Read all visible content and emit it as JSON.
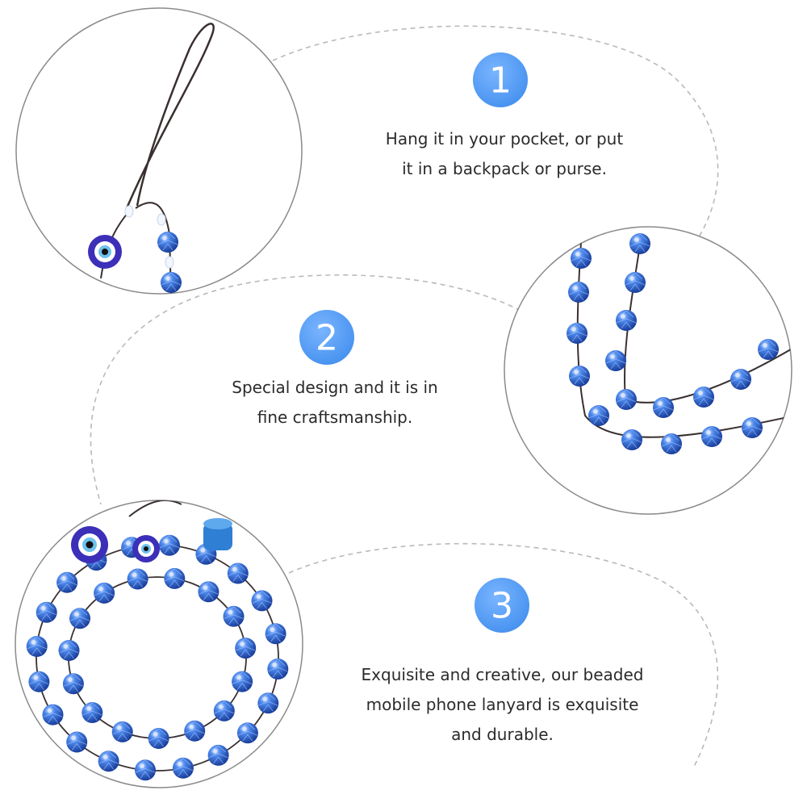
{
  "colors": {
    "badge": "#4f9bf3",
    "dashed_line": "#b9b9b9",
    "circle_border": "#8a8a8a",
    "bead_blue": "#2f6fd8",
    "cord": "#3a3030"
  },
  "steps": [
    {
      "number": "1",
      "text": "Hang it in your pocket, or put\nit in a backpack or purse."
    },
    {
      "number": "2",
      "text": "Special design and it is in\nfine craftsmanship."
    },
    {
      "number": "3",
      "text": "Exquisite and creative, our beaded\nmobile phone lanyard is exquisite\nand durable."
    }
  ],
  "photos": [
    {
      "name": "lanyard-loop-closeup",
      "icon": "evil-eye-bead-icon"
    },
    {
      "name": "bead-strands-closeup",
      "icon": "crystal-bead-icon"
    },
    {
      "name": "lanyard-coiled-full",
      "icon": "evil-eye-bead-icon"
    }
  ]
}
